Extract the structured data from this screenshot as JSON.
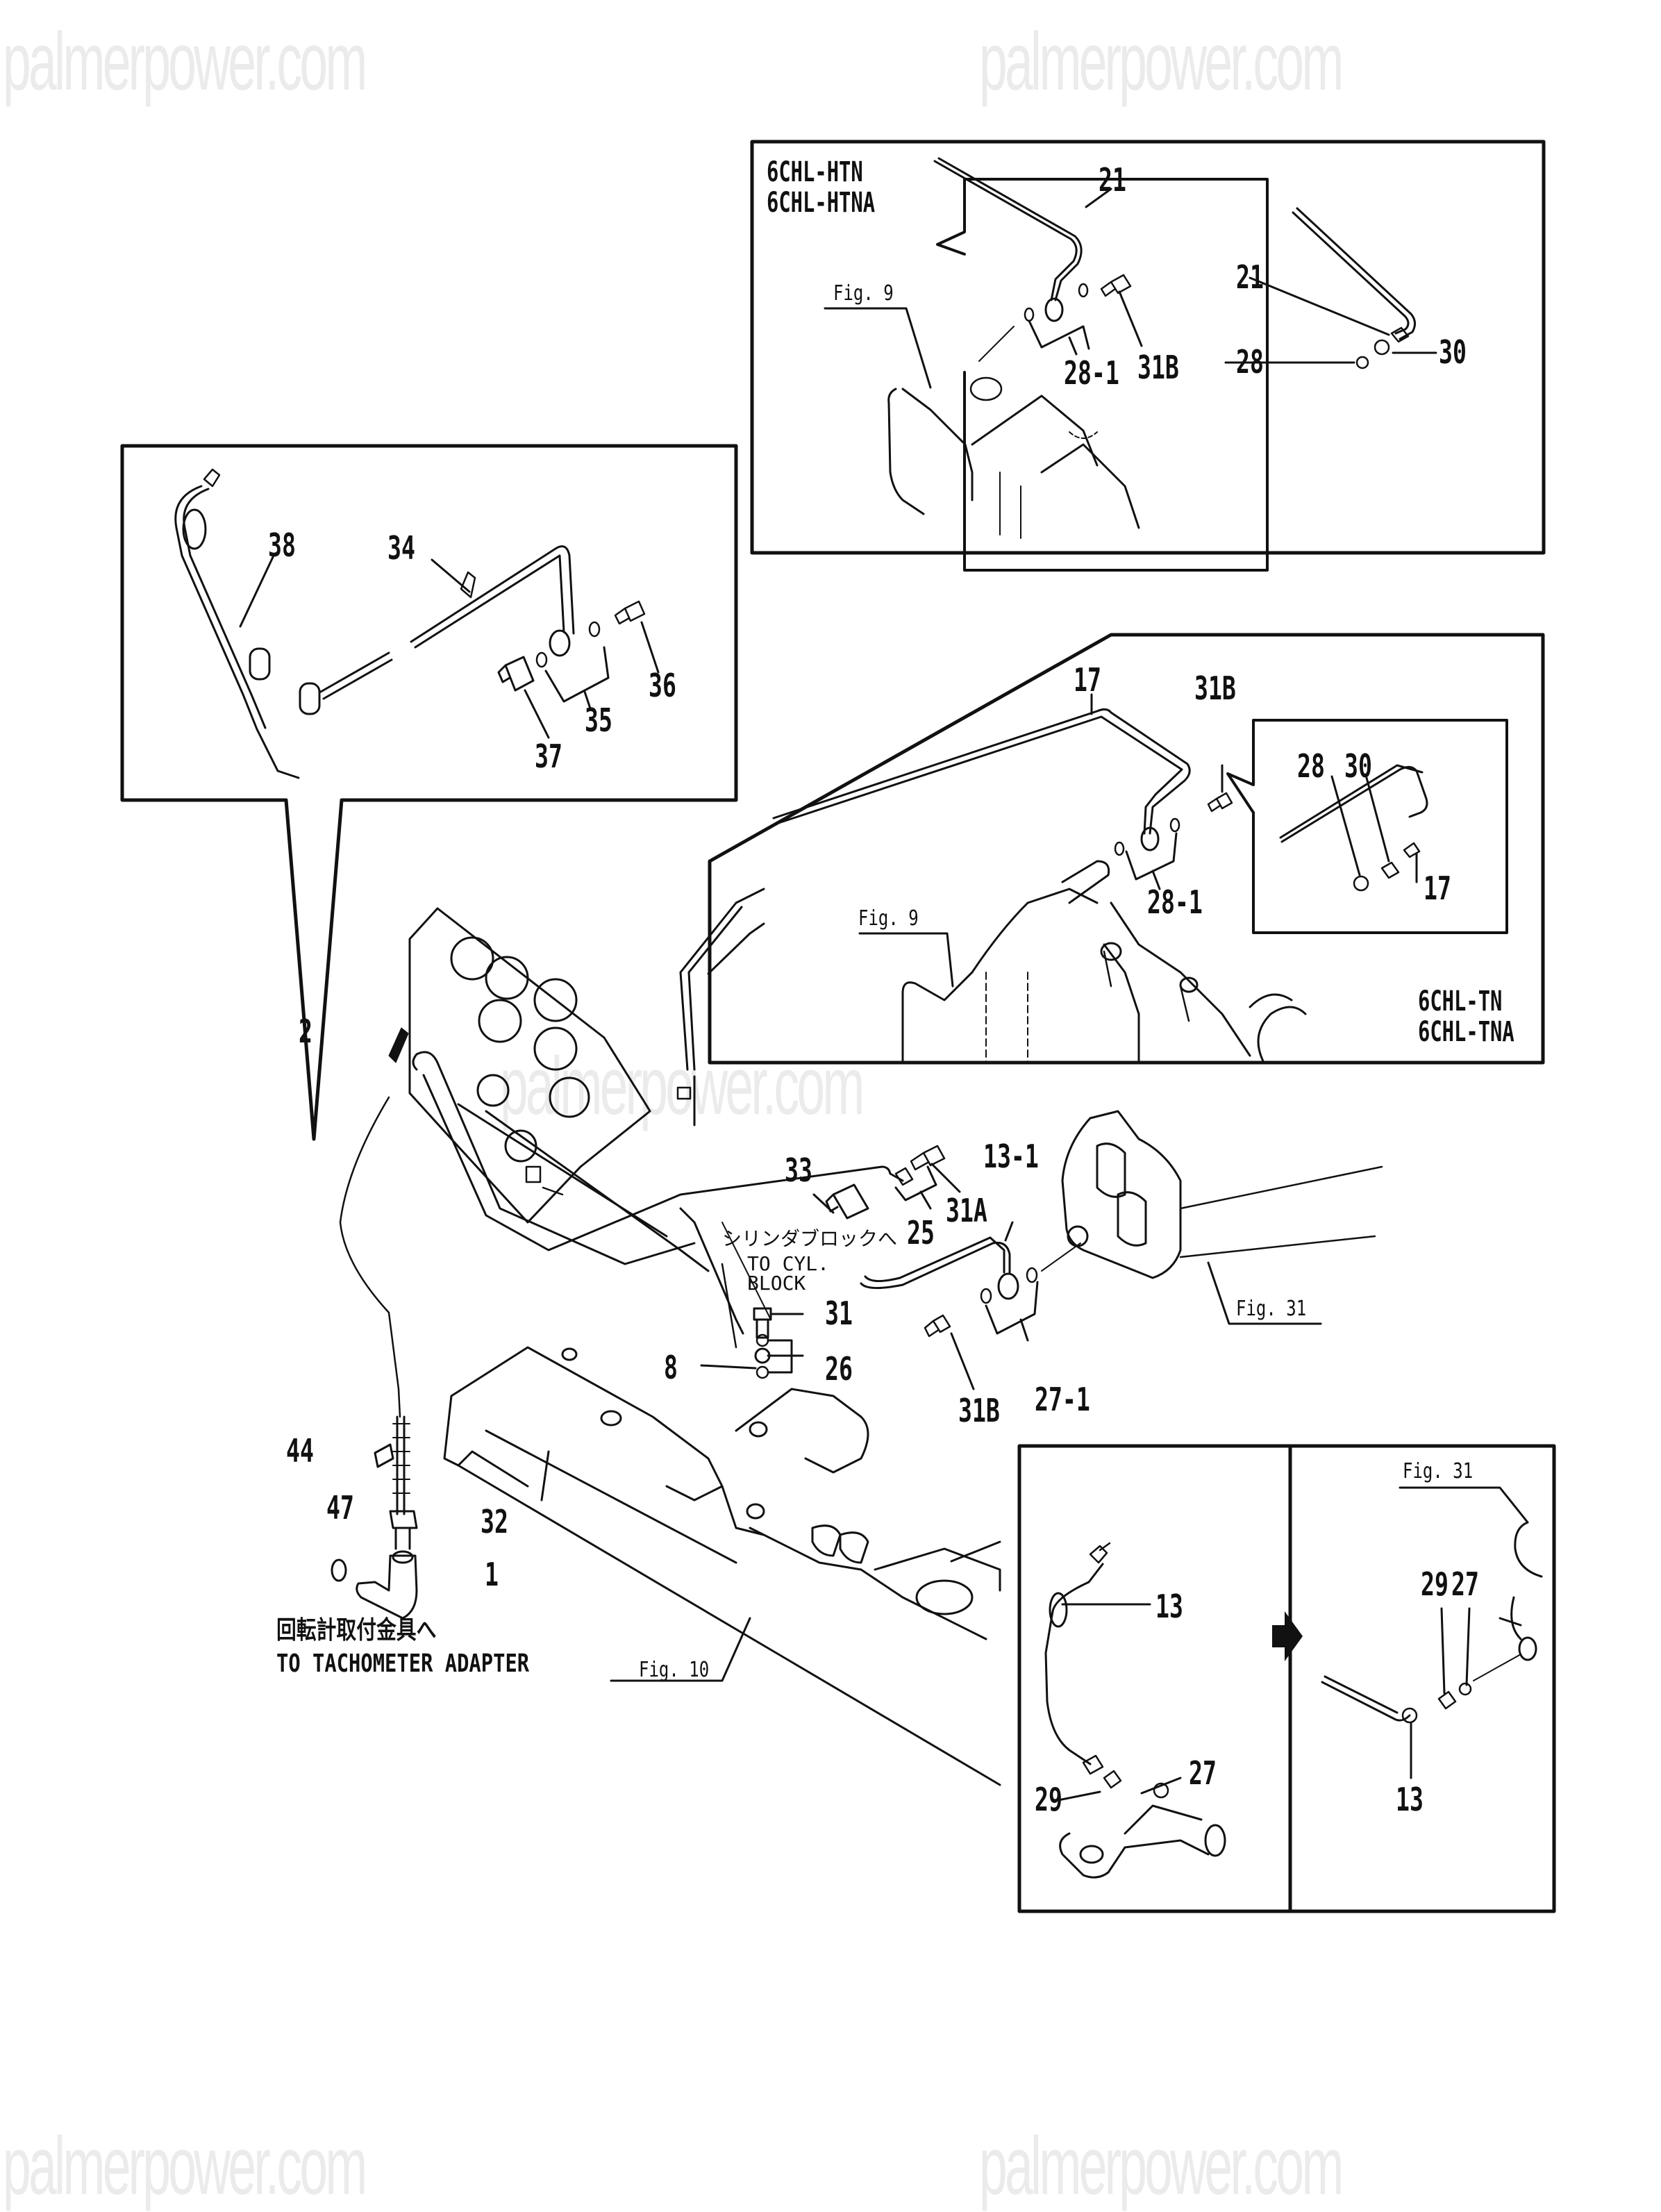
{
  "watermark": "palmerpower.com",
  "panels": {
    "htn": {
      "models": [
        "6CHL-HTN",
        "6CHL-HTNA"
      ],
      "fig_ref": "Fig. 9",
      "parts": [
        "21",
        "28-1",
        "31B"
      ],
      "inset_parts": [
        "21",
        "28",
        "30"
      ]
    },
    "pipe_detail": {
      "parts": [
        "38",
        "34",
        "35",
        "36",
        "37"
      ]
    },
    "tn": {
      "models": [
        "6CHL-TN",
        "6CHL-TNA"
      ],
      "fig_ref": "Fig. 9",
      "parts": [
        "17",
        "31B",
        "28-1"
      ],
      "inset_parts": [
        "28",
        "30",
        "17"
      ]
    },
    "main": {
      "parts": [
        "2",
        "33",
        "25",
        "31A",
        "13-1",
        "31",
        "8",
        "26",
        "27-1",
        "31B",
        "44",
        "47",
        "32",
        "1"
      ],
      "fig_refs": [
        "Fig. 31",
        "Fig. 10"
      ],
      "note_cyl_jp": "シリンダブロックへ",
      "note_cyl_en_1": "TO CYL.",
      "note_cyl_en_2": "BLOCK",
      "note_tach_jp": "回転計取付金具へ",
      "note_tach_en": "TO TACHOMETER ADAPTER"
    },
    "before_after": {
      "before_parts": [
        "13",
        "29",
        "27"
      ],
      "after_fig_ref": "Fig. 31",
      "after_parts": [
        "29",
        "27",
        "13"
      ],
      "arrow_icon": "right-arrow"
    }
  }
}
